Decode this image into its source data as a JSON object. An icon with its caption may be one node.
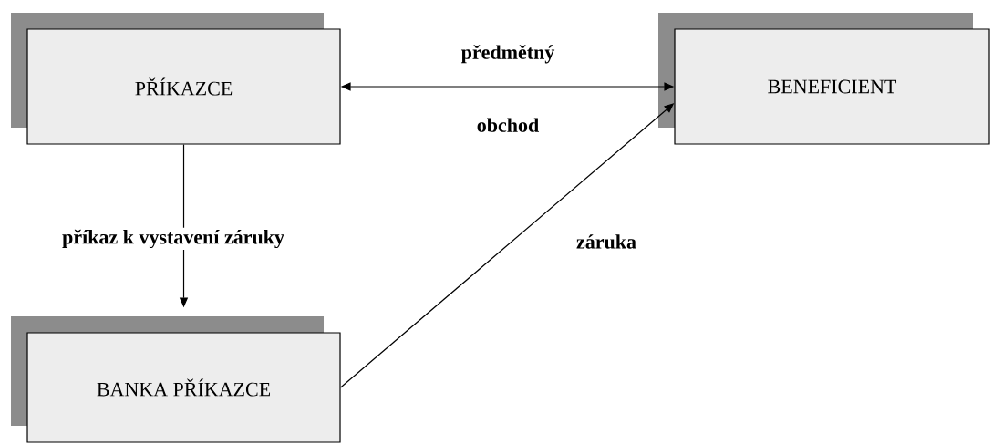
{
  "diagram": {
    "nodes": [
      {
        "text": [
          "PŘÍKAZCE"
        ]
      },
      {
        "text": [
          "BENEFICIENT"
        ]
      },
      {
        "text": [
          "BANKA PŘÍKAZCE"
        ]
      }
    ],
    "edges": [
      {
        "from": 0,
        "to": 1,
        "arrow": "both",
        "label": "předmětný obchod"
      },
      {
        "from": 0,
        "to": 2,
        "arrow": "to",
        "label": "příkaz k vystavení záruky"
      },
      {
        "from": 2,
        "to": 1,
        "arrow": "to",
        "label": "záruka"
      }
    ]
  }
}
